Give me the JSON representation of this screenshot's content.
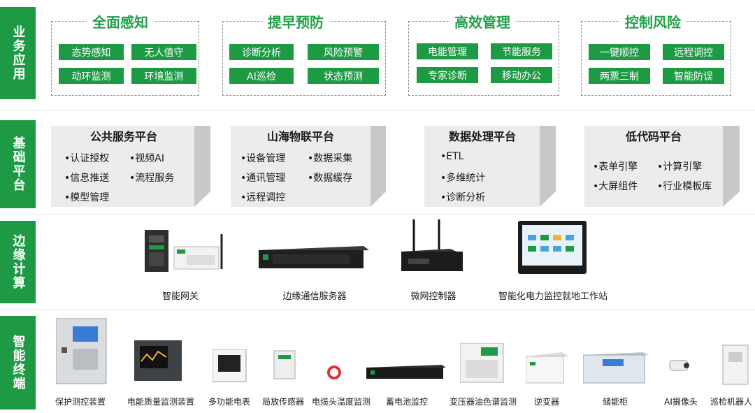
{
  "layers": [
    {
      "key": "business",
      "label": "业务应用"
    },
    {
      "key": "platform",
      "label": "基础平台"
    },
    {
      "key": "edge",
      "label": "边缘计算"
    },
    {
      "key": "terminal",
      "label": "智能终端"
    }
  ],
  "business_groups": [
    {
      "title": "全面感知",
      "items": [
        "态势感知",
        "无人值守",
        "动环监测",
        "环境监测"
      ]
    },
    {
      "title": "提早预防",
      "items": [
        "诊断分析",
        "风险预警",
        "AI巡检",
        "状态预测"
      ]
    },
    {
      "title": "高效管理",
      "items": [
        "电能管理",
        "节能服务",
        "专家诊断",
        "移动办公"
      ]
    },
    {
      "title": "控制风险",
      "items": [
        "一键顺控",
        "远程调控",
        "两票三制",
        "智能防误"
      ]
    }
  ],
  "platforms": [
    {
      "title": "公共服务平台",
      "items": [
        "•认证授权",
        "•视频AI",
        "•信息推送",
        "•流程服务",
        "•模型管理"
      ]
    },
    {
      "title": "山海物联平台",
      "items": [
        "•设备管理",
        "•数据采集",
        "•通讯管理",
        "•数据缓存",
        "•远程调控"
      ]
    },
    {
      "title": "数据处理平台",
      "items": [
        "•ETL",
        "•多维统计",
        "•诊断分析"
      ]
    },
    {
      "title": "低代码平台",
      "items": [
        "•表单引擎",
        "•计算引擎",
        "•大屏组件",
        "•行业模板库"
      ]
    }
  ],
  "edge_devices": [
    "智能网关",
    "边缘通信服务器",
    "微网控制器",
    "智能化电力监控就地工作站"
  ],
  "terminal_devices": [
    "保护测控装置",
    "电能质量监测装置",
    "多功能电表",
    "局放传感器",
    "电缆头温度监测",
    "蓄电池监控",
    "变压器油色谱监测",
    "逆变器",
    "储能柜",
    "AI摄像头",
    "巡检机器人"
  ],
  "colors": {
    "accent": "#1e9a45",
    "title_green": "#22a04a",
    "platform_face": "#ececec",
    "platform_side": "#c7c7c7"
  }
}
